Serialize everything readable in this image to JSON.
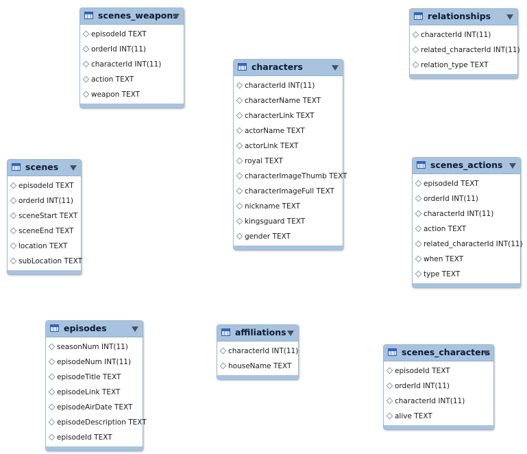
{
  "tables": {
    "scenes_weapons": {
      "name": "scenes_weapons",
      "columns": [
        "episodeId TEXT",
        "orderId INT(11)",
        "characterId INT(11)",
        "action TEXT",
        "weapon TEXT"
      ]
    },
    "relationships": {
      "name": "relationships",
      "columns": [
        "characterId INT(11)",
        "related_characterId INT(11)",
        "relation_type TEXT"
      ]
    },
    "characters": {
      "name": "characters",
      "columns": [
        "characterId INT(11)",
        "characterName TEXT",
        "characterLink TEXT",
        "actorName TEXT",
        "actorLink TEXT",
        "royal TEXT",
        "characterImageThumb TEXT",
        "characterImageFull TEXT",
        "nickname TEXT",
        "kingsguard TEXT",
        "gender TEXT"
      ]
    },
    "scenes": {
      "name": "scenes",
      "columns": [
        "episodeId TEXT",
        "orderId INT(11)",
        "sceneStart TEXT",
        "sceneEnd TEXT",
        "location TEXT",
        "subLocation TEXT"
      ]
    },
    "scenes_actions": {
      "name": "scenes_actions",
      "columns": [
        "episodeId TEXT",
        "orderId INT(11)",
        "characterId INT(11)",
        "action TEXT",
        "related_characterId INT(11)",
        "when TEXT",
        "type TEXT"
      ]
    },
    "episodes": {
      "name": "episodes",
      "columns": [
        "seasonNum INT(11)",
        "episodeNum INT(11)",
        "episodeTitle TEXT",
        "episodeLink TEXT",
        "episodeAirDate TEXT",
        "episodeDescription TEXT",
        "episodeId TEXT"
      ]
    },
    "affiliations": {
      "name": "affiliations",
      "columns": [
        "characterId INT(11)",
        "houseName TEXT"
      ]
    },
    "scenes_characters": {
      "name": "scenes_characters",
      "columns": [
        "episodeId TEXT",
        "orderId INT(11)",
        "characterId INT(11)",
        "alive TEXT"
      ]
    }
  }
}
